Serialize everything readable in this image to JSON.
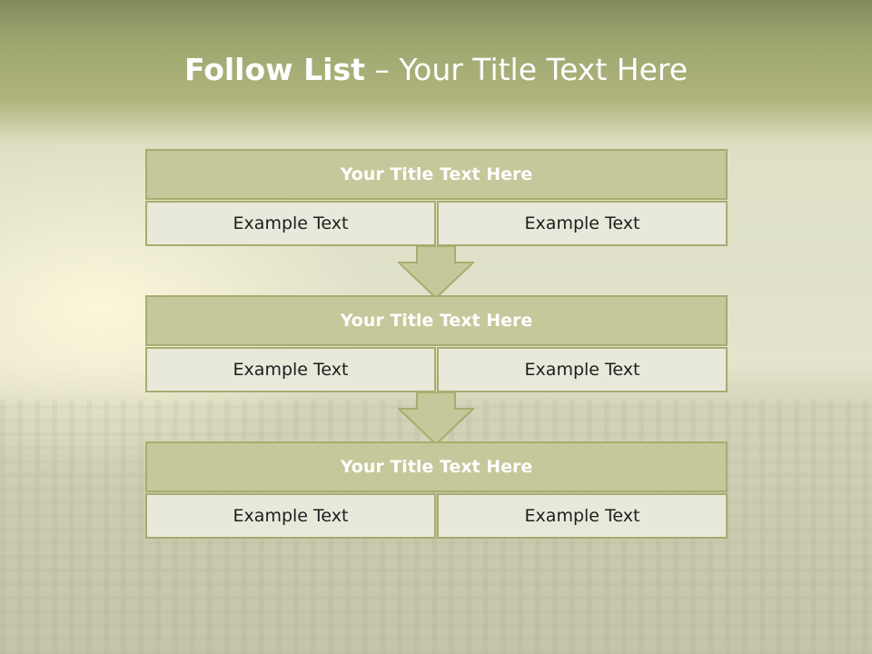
{
  "title": {
    "bold": "Follow List",
    "rest": " – Your Title Text Here"
  },
  "steps": [
    {
      "title": "Your Title Text Here",
      "left": "Example Text",
      "right": "Example Text"
    },
    {
      "title": "Your Title Text Here",
      "left": "Example Text",
      "right": "Example Text"
    },
    {
      "title": "Your Title Text Here",
      "left": "Example Text",
      "right": "Example Text"
    }
  ],
  "colors": {
    "header_band": "#9ea670",
    "block_title_fill": "#c6c89b",
    "block_border": "#a8ac6f",
    "cell_fill": "#e8e9da",
    "arrow_fill": "#c6c89b"
  }
}
